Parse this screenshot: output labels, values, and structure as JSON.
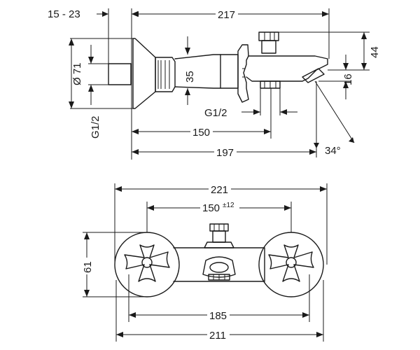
{
  "dimensions": {
    "nut_range": "15 - 23",
    "overall_length": "217",
    "spout_height": "44",
    "diameter": "Ø 71",
    "body_height": "35",
    "spout_drop": "16",
    "thread_left": "G1/2",
    "thread_outlet": "G1/2",
    "to_outlet": "150",
    "to_spout_tip": "197",
    "spout_angle": "34°",
    "total_width": "221",
    "centers_base": "150",
    "centers_tolerance": "±12",
    "escutcheon_height": "61",
    "inner_width": "185",
    "outer_width": "211"
  }
}
